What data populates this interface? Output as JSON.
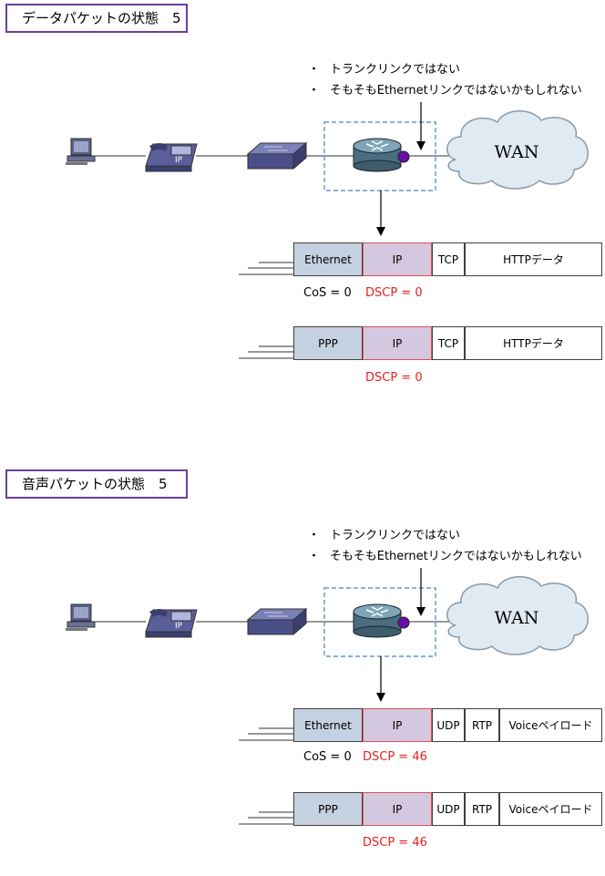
{
  "sections": [
    {
      "title": "データパケットの状態　5",
      "notes": [
        "トランクリンクではない",
        "そもそもEthernetリンクではないかもしれない"
      ],
      "bullet": "・",
      "wan": "WAN",
      "phone_label": "IP",
      "frames": [
        {
          "cells": [
            "Ethernet",
            "IP",
            "TCP",
            "HTTPデータ"
          ],
          "cos": "CoS = 0",
          "dscp": "DSCP = 0"
        },
        {
          "cells": [
            "PPP",
            "IP",
            "TCP",
            "HTTPデータ"
          ],
          "dscp": "DSCP = 0"
        }
      ]
    },
    {
      "title": "音声パケットの状態　5",
      "notes": [
        "トランクリンクではない",
        "そもそもEthernetリンクではないかもしれない"
      ],
      "bullet": "・",
      "wan": "WAN",
      "phone_label": "IP",
      "frames": [
        {
          "cells": [
            "Ethernet",
            "IP",
            "UDP",
            "RTP",
            "Voiceペイロード"
          ],
          "cos": "CoS = 0",
          "dscp": "DSCP = 46"
        },
        {
          "cells": [
            "PPP",
            "IP",
            "UDP",
            "RTP",
            "Voiceペイロード"
          ],
          "dscp": "DSCP = 46"
        }
      ]
    }
  ],
  "colors": {
    "title_border": "#6a3fa0",
    "dashed_box": "#4a7fc0",
    "ip_border": "#e05050",
    "dscp_text": "#e82020",
    "l2_fill": "#c5d0e0",
    "ip_fill": "#d4c8e0",
    "marker": "#6a0dad"
  }
}
